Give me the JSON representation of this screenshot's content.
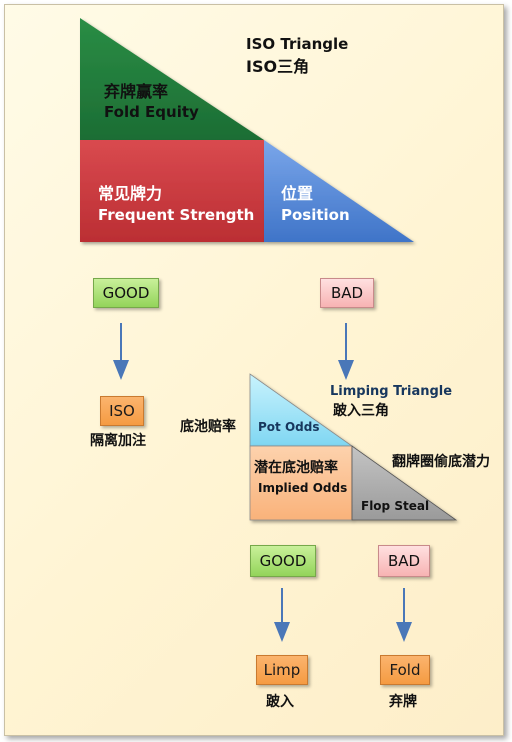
{
  "iso_triangle": {
    "title_en": "ISO Triangle",
    "title_zh": "ISO三角",
    "fold_equity_zh": "弃牌赢率",
    "fold_equity_en": "Fold Equity",
    "frequent_strength_zh": "常见牌力",
    "frequent_strength_en": "Frequent Strength",
    "position_zh": "位置",
    "position_en": "Position"
  },
  "branch_left": {
    "condition": "GOOD",
    "result": "ISO",
    "result_zh": "隔离加注"
  },
  "branch_right": {
    "condition": "BAD"
  },
  "limping_triangle": {
    "title_en": "Limping Triangle",
    "title_zh": "跛入三角",
    "pot_odds_zh": "底池赔率",
    "pot_odds_en": "Pot Odds",
    "implied_odds_zh": "潜在底池赔率",
    "implied_odds_en": "Implied Odds",
    "flop_steal_zh": "翻牌圈偷底潜力",
    "flop_steal_en": "Flop Steal"
  },
  "limp_branch_good": {
    "condition": "GOOD",
    "result": "Limp",
    "result_zh": "跛入"
  },
  "limp_branch_bad": {
    "condition": "BAD",
    "result": "Fold",
    "result_zh": "弃牌"
  },
  "colors": {
    "green": "#1f7a3a",
    "red": "#c8373c",
    "blue": "#4f86d6",
    "light_blue": "#8fe0f7",
    "peach": "#fbc08f",
    "gray": "#a8a8a8",
    "arrow": "#4a77b8"
  }
}
